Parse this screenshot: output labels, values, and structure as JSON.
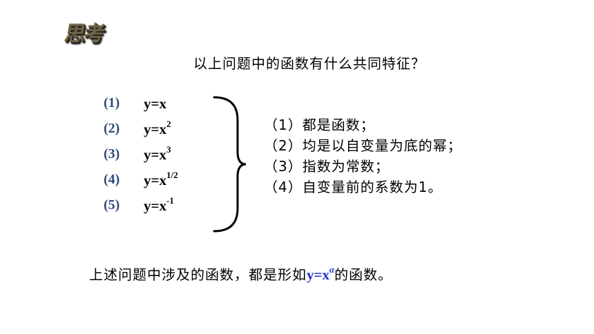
{
  "badge": {
    "text": "思考"
  },
  "question": "以上问题中的函数有什么共同特征？",
  "functions": [
    {
      "index": "(1)",
      "base": "y=x",
      "exp": ""
    },
    {
      "index": "(2)",
      "base": "y=x",
      "exp": "2"
    },
    {
      "index": "(3)",
      "base": "y=x",
      "exp": "3"
    },
    {
      "index": "(4)",
      "base": "y=x",
      "exp": "1/2"
    },
    {
      "index": "(5)",
      "base": "y=x",
      "exp": "-1"
    }
  ],
  "features": [
    "（1）都是函数；",
    "（2）均是以自变量为底的幂；",
    "（3）指数为常数；",
    "（4）自变量前的系数为1。"
  ],
  "conclusion": {
    "prefix": "上述问题中涉及的函数，都是形如",
    "formula_base": "y=x",
    "formula_exp": "α",
    "suffix": "的函数。"
  },
  "colors": {
    "index_color": "#2f4a7a",
    "formula_color": "#1f2fd1",
    "badge_color": "#6b6348"
  }
}
